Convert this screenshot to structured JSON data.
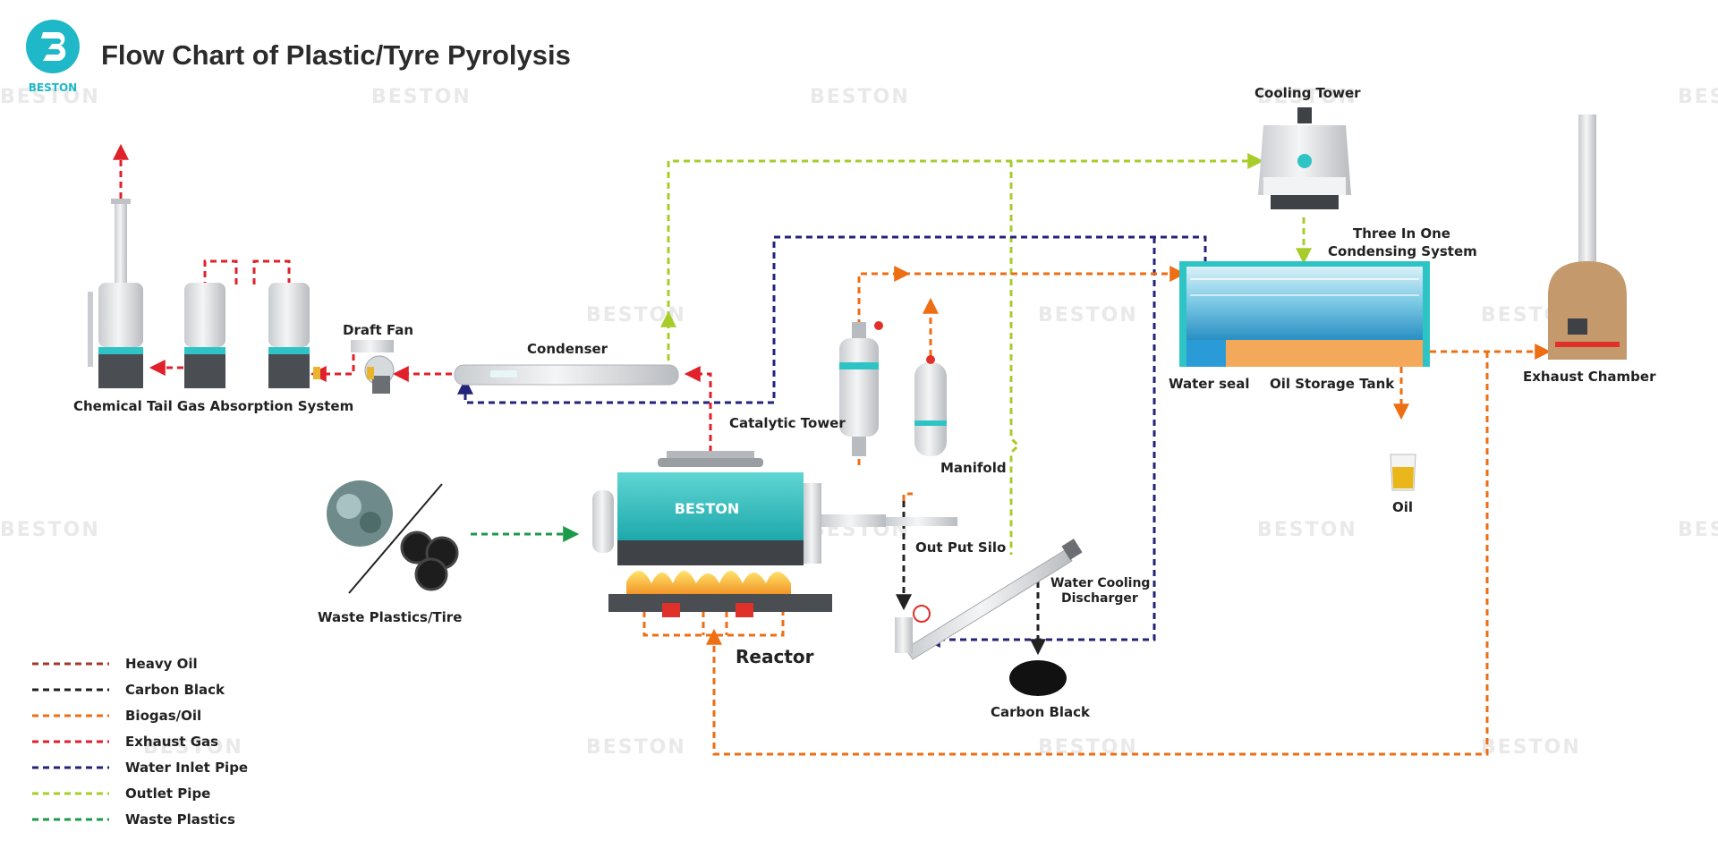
{
  "title": "Flow Chart of Plastic/Tyre Pyrolysis",
  "logo": {
    "text": "BESTON",
    "color": "#1fb8c8"
  },
  "watermark": "BESTON",
  "components": {
    "cooling_tower": "Cooling Tower",
    "three_in_one_line1": "Three In One",
    "three_in_one_line2": "Condensing System",
    "draft_fan": "Draft Fan",
    "condenser": "Condenser",
    "chemical_tail": "Chemical Tail Gas Absorption System",
    "catalytic_tower": "Catalytic Tower",
    "manifold": "Manifold",
    "water_seal": "Water seal",
    "oil_storage": "Oil Storage Tank",
    "exhaust_chamber": "Exhaust Chamber",
    "oil": "Oil",
    "output_silo": "Out Put Silo",
    "water_cooling_line1": "Water Cooling",
    "water_cooling_line2": "Discharger",
    "waste_plastics_tire": "Waste Plastics/Tire",
    "reactor": "Reactor",
    "carbon_black": "Carbon Black"
  },
  "legend": [
    {
      "label": "Heavy Oil",
      "color": "#a0392e"
    },
    {
      "label": "Carbon Black",
      "color": "#222222"
    },
    {
      "label": "Biogas/Oil",
      "color": "#ee6e14"
    },
    {
      "label": "Exhaust Gas",
      "color": "#e0202a"
    },
    {
      "label": "Water Inlet Pipe",
      "color": "#23237a"
    },
    {
      "label": "Outlet Pipe",
      "color": "#a8cc2a"
    },
    {
      "label": "Waste Plastics",
      "color": "#1c9a4a"
    }
  ],
  "colors": {
    "teal": "#2ec4c6",
    "steel": "#dcdfe2",
    "dark": "#4a4d52"
  }
}
